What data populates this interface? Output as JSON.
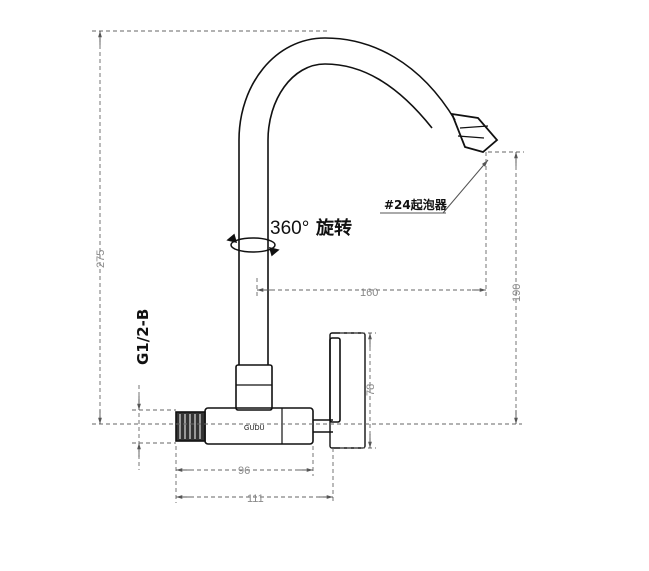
{
  "drawing": {
    "rotation_label_number": "360°",
    "rotation_label_text": "旋转",
    "aerator_label": "#24起泡器",
    "thread_label": "G1/2-B",
    "brand_mark": "GUDU",
    "dimensions": {
      "total_height": "275",
      "spout_reach": "160",
      "spout_height": "190",
      "plate_height": "78",
      "body_length": "96",
      "overall_length": "111"
    }
  }
}
